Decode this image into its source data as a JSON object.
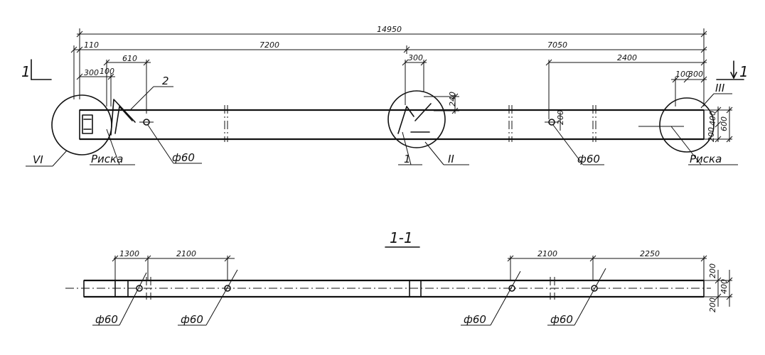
{
  "section_marks": {
    "left": "1",
    "right": "1",
    "title": "1-1"
  },
  "dimensions": {
    "overall": "14950",
    "left_offset": "110",
    "span_main": "7200",
    "span_right": "7050",
    "d610": "610",
    "d100": "100",
    "d300_a": "300",
    "d300_mid": "300",
    "d240": "240",
    "d2400": "2400",
    "d100_r": "100",
    "d300_r": "300",
    "d200": "200",
    "v400": "400",
    "v600": "600",
    "v200": "200",
    "s1300": "1300",
    "s2100_a": "2100",
    "s2100_b": "2100",
    "s2250": "2250",
    "s200_top": "200",
    "s400": "400",
    "s200_bot": "200"
  },
  "labels": {
    "mark_2": "2",
    "mark_1": "1",
    "node_vi": "VI",
    "node_ii": "II",
    "node_iii": "III",
    "riska_left": "Риска",
    "riska_right": "Риска",
    "hole_left": "ф60",
    "hole_right": "ф60",
    "sec_hole_1": "ф60",
    "sec_hole_2": "ф60",
    "sec_hole_3": "ф60",
    "sec_hole_4": "ф60"
  }
}
